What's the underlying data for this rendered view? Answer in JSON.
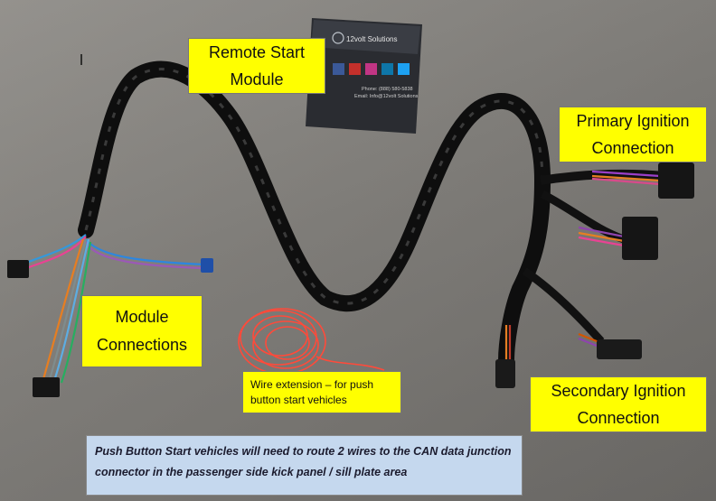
{
  "labels": {
    "remote_start_line1": "Remote Start",
    "remote_start_line2": "Module",
    "primary_line1": "Primary Ignition",
    "primary_line2": "Connection",
    "module_line1": "Module",
    "module_line2": "Connections",
    "secondary_line1": "Secondary Ignition",
    "secondary_line2": "Connection",
    "wire_extension": "Wire extension – for push button start vehicles"
  },
  "note": {
    "text": "Push Button Start vehicles will need to route 2 wires to the CAN data junction connector in the passenger side kick panel / sill plate area"
  },
  "package": {
    "brand": "12volt Solutions",
    "phone": "Phone: (888) 580-5838",
    "email": "Email: Info@12volt Solutions",
    "colors": {
      "label_bg": "#ffff00",
      "note_bg": "#c5d8ee",
      "wire_ext": "#ff4a3a"
    }
  }
}
